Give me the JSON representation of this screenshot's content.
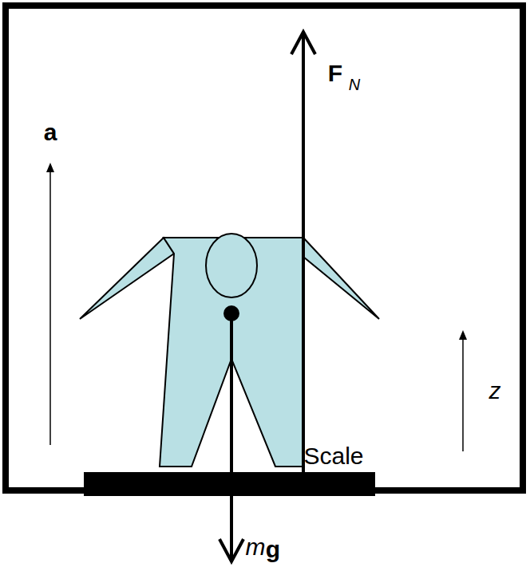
{
  "diagram": {
    "labels": [
      "a",
      "F",
      "N",
      "m",
      "g",
      "z",
      "Scale"
    ]
  }
}
